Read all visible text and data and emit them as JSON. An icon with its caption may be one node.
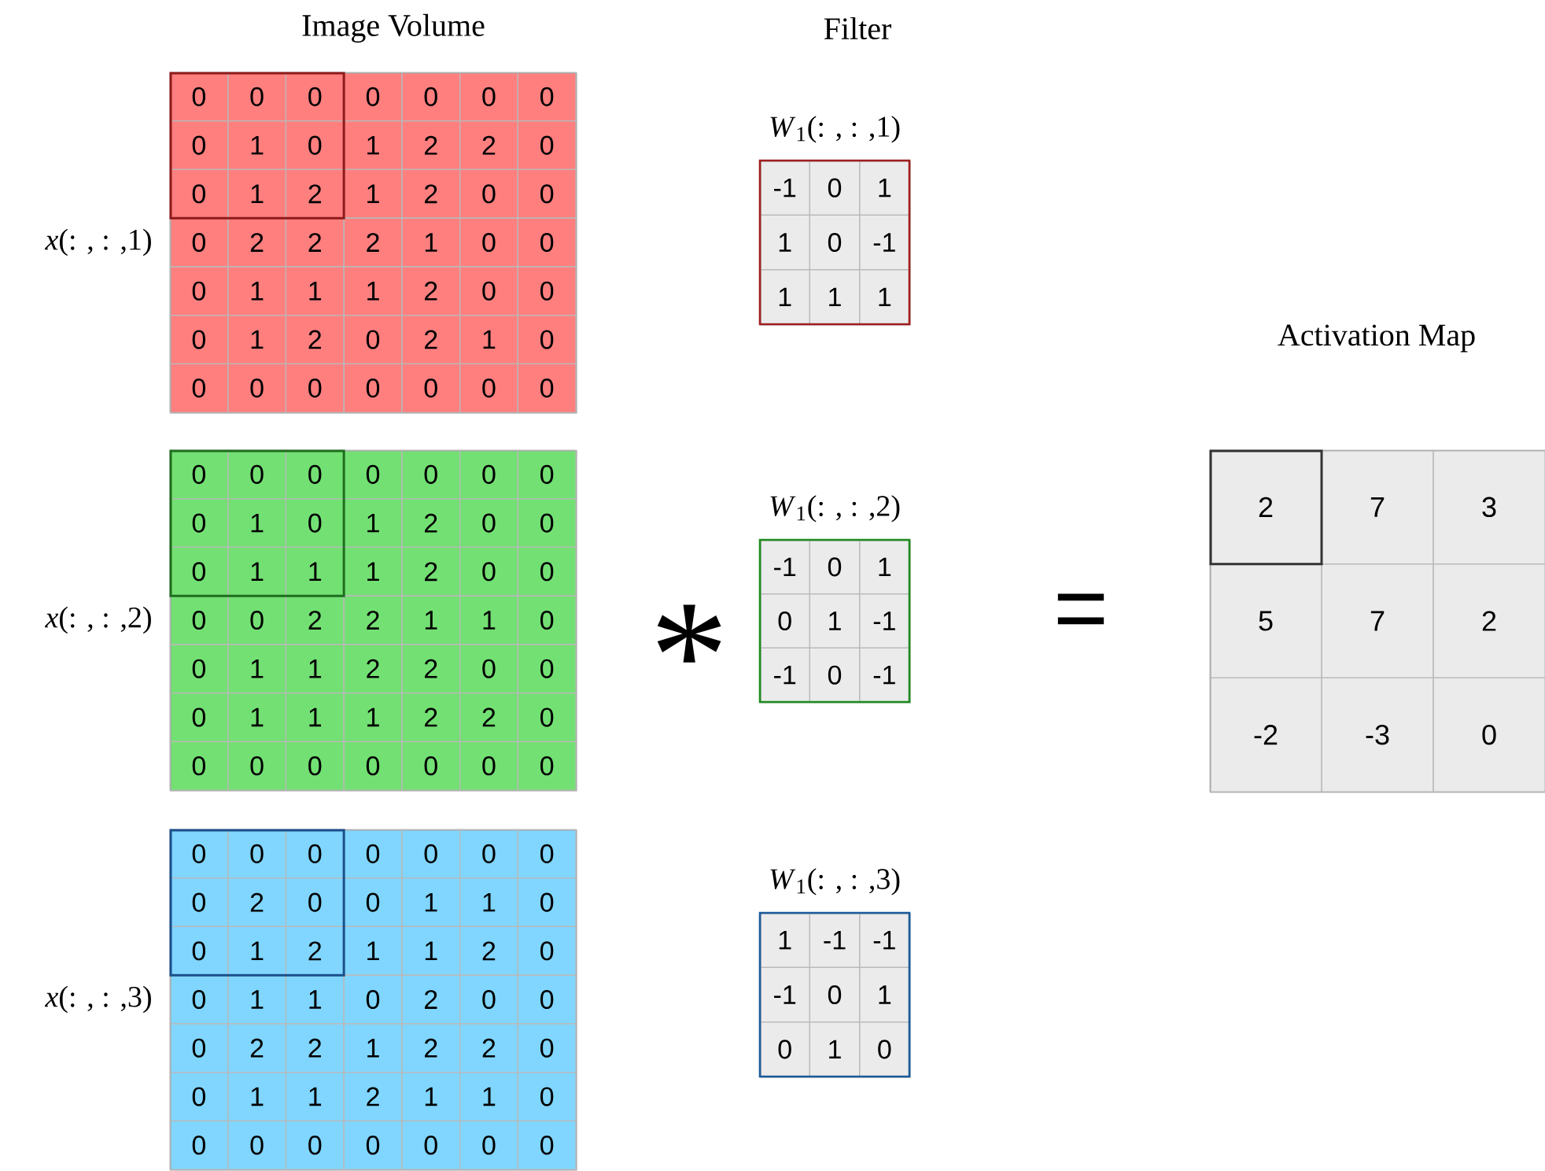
{
  "diagram": {
    "nodes": [
      {
        "text": [
          "0",
          "0",
          "0",
          "0",
          "0",
          "0",
          "0",
          "0",
          "1",
          "0",
          "1",
          "2",
          "2",
          "0",
          "0",
          "1",
          "2",
          "1",
          "2",
          "0",
          "0",
          "0",
          "2",
          "2",
          "2",
          "1",
          "0",
          "0",
          "0",
          "1",
          "1",
          "1",
          "2",
          "0",
          "0",
          "0",
          "1",
          "2",
          "0",
          "2",
          "1",
          "0",
          "0",
          "0",
          "0",
          "0",
          "0",
          "0",
          "0"
        ],
        "beside": [
          "*x*(: , : ,1)"
        ]
      },
      {
        "text": [
          "0",
          "0",
          "0",
          "0",
          "0",
          "0",
          "0",
          "0",
          "1",
          "0",
          "1",
          "2",
          "0",
          "0",
          "0",
          "1",
          "1",
          "1",
          "2",
          "0",
          "0",
          "0",
          "0",
          "2",
          "2",
          "1",
          "1",
          "0",
          "0",
          "1",
          "1",
          "2",
          "2",
          "0",
          "0",
          "0",
          "1",
          "1",
          "1",
          "2",
          "2",
          "0",
          "0",
          "0",
          "0",
          "0",
          "0",
          "0",
          "0"
        ],
        "beside": [
          "*x*(: , : ,2)"
        ]
      },
      {
        "text": [
          "0",
          "0",
          "0",
          "0",
          "0",
          "0",
          "0",
          "0",
          "2",
          "0",
          "0",
          "1",
          "1",
          "0",
          "0",
          "1",
          "2",
          "1",
          "1",
          "2",
          "0",
          "0",
          "1",
          "1",
          "0",
          "2",
          "0",
          "0",
          "0",
          "2",
          "2",
          "1",
          "2",
          "2",
          "0",
          "0",
          "1",
          "1",
          "2",
          "1",
          "1",
          "0",
          "0",
          "0",
          "0",
          "0",
          "0",
          "0",
          "0"
        ],
        "beside": [
          "*x*(: , : ,3)"
        ]
      },
      {
        "text": [
          "-1",
          "0",
          "1",
          "1",
          "0",
          "-1",
          "1",
          "1",
          "1"
        ],
        "beside": [
          "*W*$_{1}$(: , : ,1)"
        ]
      },
      {
        "text": [
          "-1",
          "0",
          "1",
          "0",
          "1",
          "-1",
          "-1",
          "0",
          "-1"
        ],
        "beside": [
          "*W*$_{1}$(: , : ,2)"
        ]
      },
      {
        "text": [
          "1",
          "-1",
          "-1",
          "-1",
          "0",
          "1",
          "0",
          "1",
          "0"
        ],
        "beside": [
          "*W*$_{1}$(: , : ,3)"
        ]
      },
      {
        "text": [
          "2",
          "7",
          "3",
          "5",
          "7",
          "2",
          "-2",
          "-3",
          "0"
        ]
      }
    ],
    "labels": [
      "Image Volume",
      "Filter",
      "Activation Map",
      "*",
      "="
    ]
  }
}
